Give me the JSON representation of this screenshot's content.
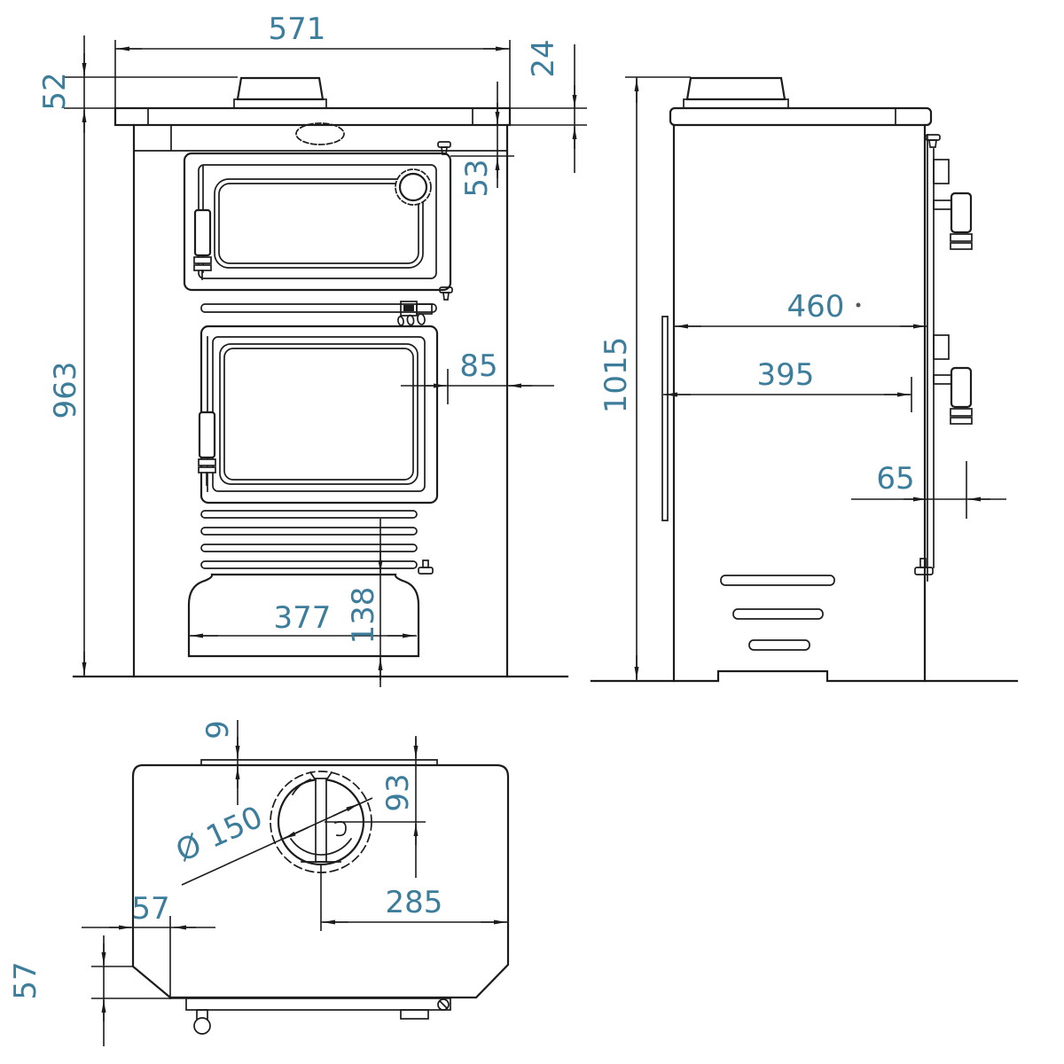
{
  "drawing": {
    "type": "technical three-view drawing of a wood-burning stove",
    "ink_color": "#1c1c1c",
    "dim_text_color": "#3d7d9c",
    "views": {
      "front": "front elevation",
      "side": "side elevation",
      "top": "top plan"
    },
    "dims": {
      "front_overall_width": "571",
      "collar_height": "52",
      "top_plate_thickness": "24",
      "plate_to_door_gap": "53",
      "body_height": "963",
      "door_margin": "85",
      "base_width": "377",
      "base_height": "138",
      "overall_height": "1015",
      "overall_depth": "460",
      "body_depth": "395",
      "handle_protrusion": "65",
      "top_lip_offset": "9",
      "flue_center_from_rear": "93",
      "flue_diameter": "Ø 150",
      "flue_center_to_right": "285",
      "chamfer_width": "57",
      "chamfer_depth": "57"
    }
  }
}
